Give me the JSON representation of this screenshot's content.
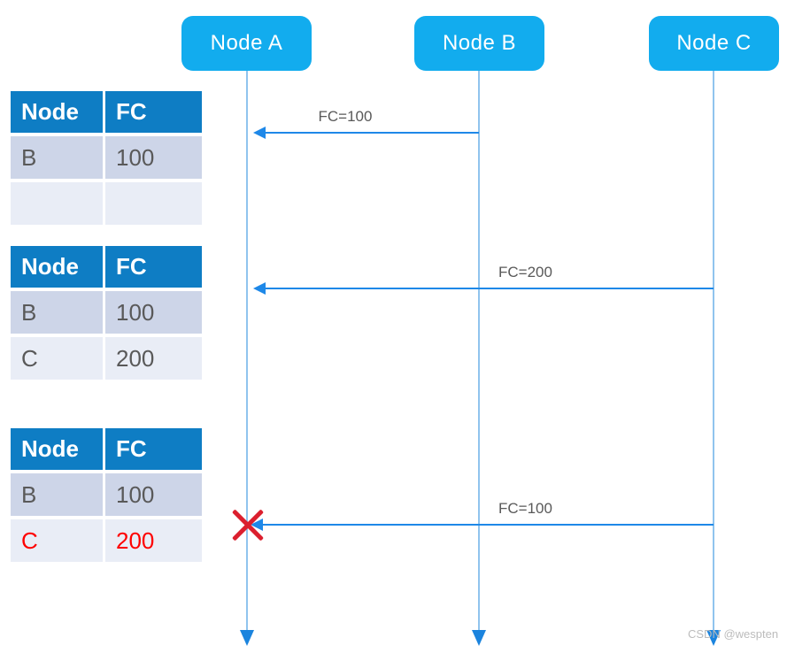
{
  "diagram": {
    "nodes": [
      {
        "label": "Node A"
      },
      {
        "label": "Node B"
      },
      {
        "label": "Node C"
      }
    ],
    "messages": [
      {
        "label": "FC=100",
        "from": "Node B",
        "to": "Node A"
      },
      {
        "label": "FC=200",
        "from": "Node C",
        "to": "Node A"
      },
      {
        "label": "FC=100",
        "from": "Node C",
        "to": "Node A",
        "rejected": true
      }
    ]
  },
  "tables": [
    {
      "headers": [
        "Node",
        "FC"
      ],
      "rows": [
        [
          "B",
          "100"
        ],
        [
          "",
          ""
        ]
      ]
    },
    {
      "headers": [
        "Node",
        "FC"
      ],
      "rows": [
        [
          "B",
          "100"
        ],
        [
          "C",
          "200"
        ]
      ]
    },
    {
      "headers": [
        "Node",
        "FC"
      ],
      "rows": [
        [
          "B",
          "100"
        ],
        [
          "C",
          "200"
        ]
      ]
    }
  ],
  "watermark": "CSDN @wespten",
  "colors": {
    "node_box": "#12acee",
    "table_header": "#0e7dc4",
    "table_row_dark": "#cdd5e8",
    "table_row_light": "#e9edf6",
    "table_text": "#595959",
    "highlight_text": "#fe0000",
    "message_arrow": "#1e88e8",
    "lifeline": "#90c4ee",
    "reject_x": "#db1f2e"
  }
}
